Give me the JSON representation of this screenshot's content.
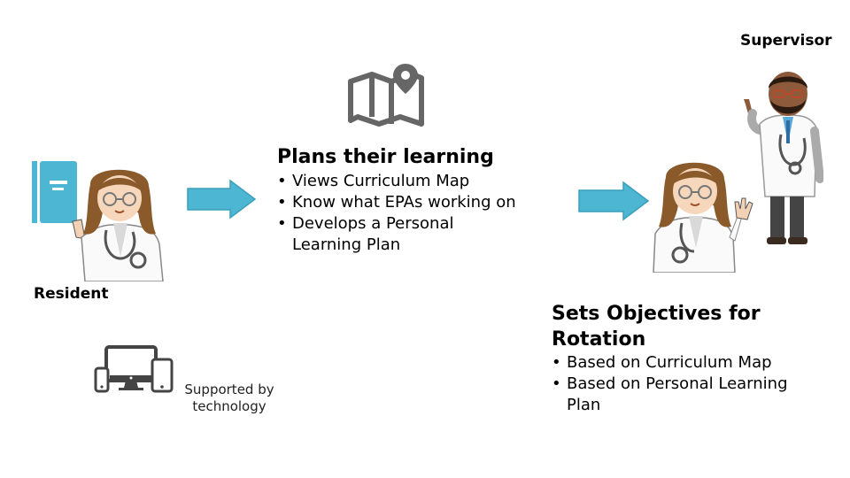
{
  "supervisor_label": "Supervisor",
  "resident_label": "Resident",
  "plans": {
    "title": "Plans their learning",
    "items": [
      "Views Curriculum Map",
      "Know what EPAs working on",
      "Develops a Personal Learning Plan"
    ]
  },
  "objectives": {
    "title": "Sets Objectives for Rotation",
    "items": [
      "Based on Curriculum Map",
      "Based on Personal Learning Plan"
    ]
  },
  "technology_caption": "Supported by technology",
  "colors": {
    "arrow": "#4DB6D3",
    "book": "#4DB6D3",
    "icon_gray": "#666666"
  },
  "icons": [
    "map-pin-icon",
    "book-icon",
    "devices-icon",
    "resident-doctor-figure",
    "supervisor-doctor-figure"
  ]
}
